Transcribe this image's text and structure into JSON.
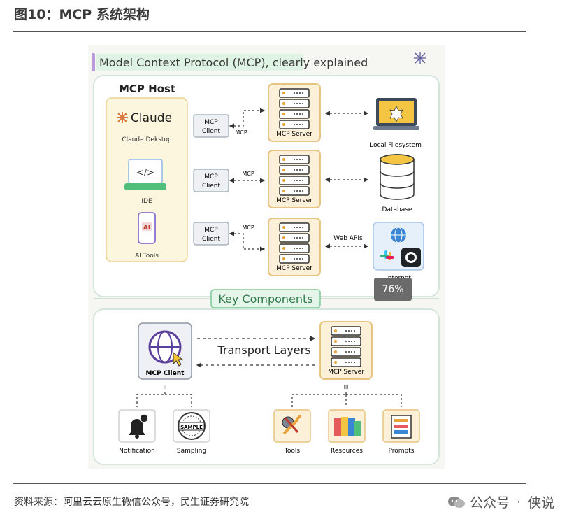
{
  "figure": {
    "title": "图10：MCP 系统架构",
    "source": "资料来源：阿里云云原生微信公众号，民生证券研究院",
    "watermark": {
      "left": "公众号",
      "dot": "·",
      "right": "侠说"
    }
  },
  "diagram": {
    "heading": "Model Context Protocol (MCP), clearly explained",
    "host": {
      "label": "MCP Host",
      "apps": [
        {
          "name": "Claude",
          "sub": "Claude Dekstop"
        },
        {
          "name": "IDE"
        },
        {
          "name": "AI Tools"
        }
      ]
    },
    "client_label": [
      "MCP",
      "Client"
    ],
    "server_label": "MCP Server",
    "link_mcp": "MCP",
    "link_web": "Web APIs",
    "resources": [
      "Local Filesystem",
      "Database",
      "Internet"
    ],
    "key_components": "Key Components",
    "transport": "Transport Layers",
    "bottom_left": [
      "Notification",
      "Sampling"
    ],
    "bottom_right": [
      "Tools",
      "Resources",
      "Prompts"
    ],
    "icons": {
      "code": "</>",
      "ai": "AI",
      "sample": "SAMPLE",
      "separator": "II",
      "separator_triple": "III"
    }
  },
  "overlay": {
    "zoom": "76%"
  },
  "colors": {
    "server_fill": "#fdf0d8",
    "server_stroke": "#e7c47f",
    "host_fill": "#fdf6df",
    "accent_green": "#4fbf7b",
    "heading_bar": "#b99bd9"
  }
}
